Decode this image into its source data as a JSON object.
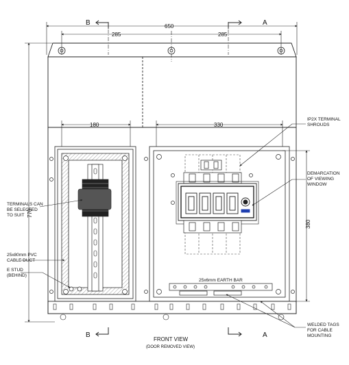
{
  "section_marks": {
    "b": "B",
    "a": "A"
  },
  "dimensions": {
    "overall_width": "650",
    "left_half": "285",
    "right_half": "285",
    "left_panel_width": "180",
    "right_panel_width": "330",
    "right_panel_height": "380",
    "overall_height": "770"
  },
  "labels": {
    "ip2x_line1": "IP2X TERMINAL",
    "ip2x_line2": "SHROUDS",
    "demarc_line1": "DEMARCATION",
    "demarc_line2": "OF VIEWING",
    "demarc_line3": "WINDOW",
    "terminals_line1": "TERMINALS CAN",
    "terminals_line2": "BE SELECTED",
    "terminals_line3": "TO SUIT",
    "duct_line1": "25x80mm PVC",
    "duct_line2": "CABLE DUCT",
    "estud_line1": "E STUD",
    "estud_line2": "(BEHIND)",
    "earth_bar": "25x6mm EARTH BAR",
    "welded_line1": "WELDED TAGS",
    "welded_line2": "FOR CABLE",
    "welded_line3": "MOUNTING"
  },
  "caption": {
    "title": "FRONT VIEW",
    "subtitle": "(DOOR REMOVED VIEW)"
  },
  "colors": {
    "line": "#222222",
    "accent": "#1f3fb0"
  }
}
